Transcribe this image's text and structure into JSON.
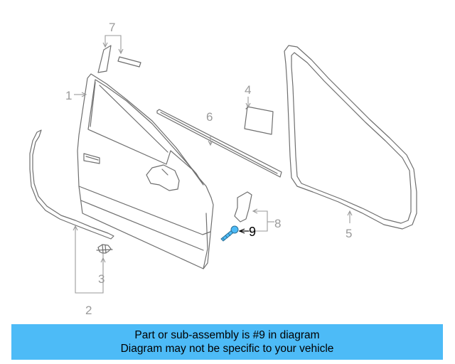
{
  "callouts": {
    "c1": "1",
    "c2": "2",
    "c3": "3",
    "c4": "4",
    "c5": "5",
    "c6": "6",
    "c7": "7",
    "c8": "8",
    "c9": "9"
  },
  "highlight_part": "9",
  "colors": {
    "banner": "#4dbbf7",
    "highlight": "#4dbbf7",
    "line_art": "#6f6f6f",
    "callout_text": "#9a9a9a"
  },
  "banner": {
    "line1": "Part or sub-assembly is #9 in diagram",
    "line2": "Diagram may not be specific to your vehicle"
  }
}
